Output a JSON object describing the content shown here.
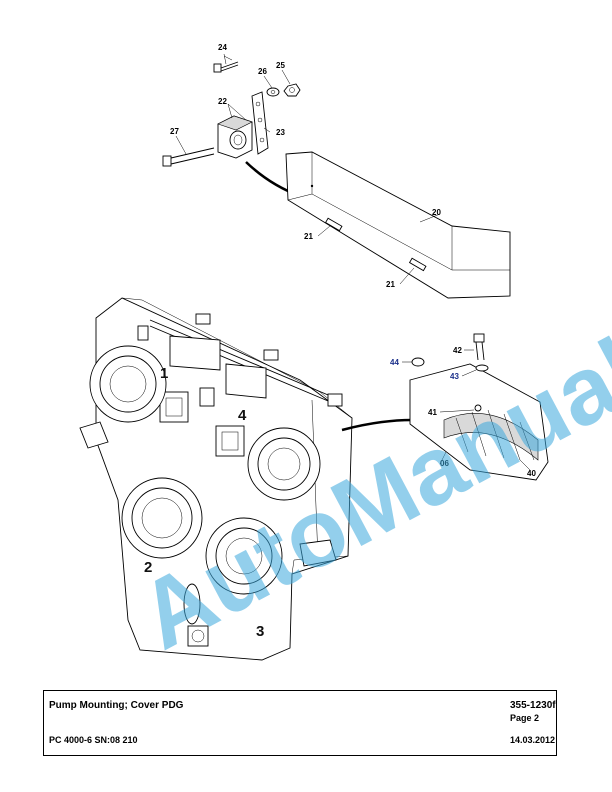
{
  "callouts": {
    "c24": "24",
    "c26": "26",
    "c25": "25",
    "c22": "22",
    "c23": "23",
    "c27": "27",
    "c20": "20",
    "c21a": "21",
    "c21b": "21",
    "c42": "42",
    "c44": "44",
    "c43": "43",
    "c41": "41",
    "c06": "06",
    "c40": "40"
  },
  "housing_numbers": {
    "n1": "1",
    "n2": "2",
    "n3": "3",
    "n4": "4"
  },
  "watermark": "AutoManual",
  "footer": {
    "title": "Pump Mounting; Cover PDG",
    "doc_number": "355-1230f",
    "page": "Page 2",
    "model": "PC 4000-6 SN:08 210",
    "date": "14.03.2012"
  },
  "colors": {
    "watermark": "#3aa7dc",
    "blue_callouts": "#1a2f8a"
  }
}
